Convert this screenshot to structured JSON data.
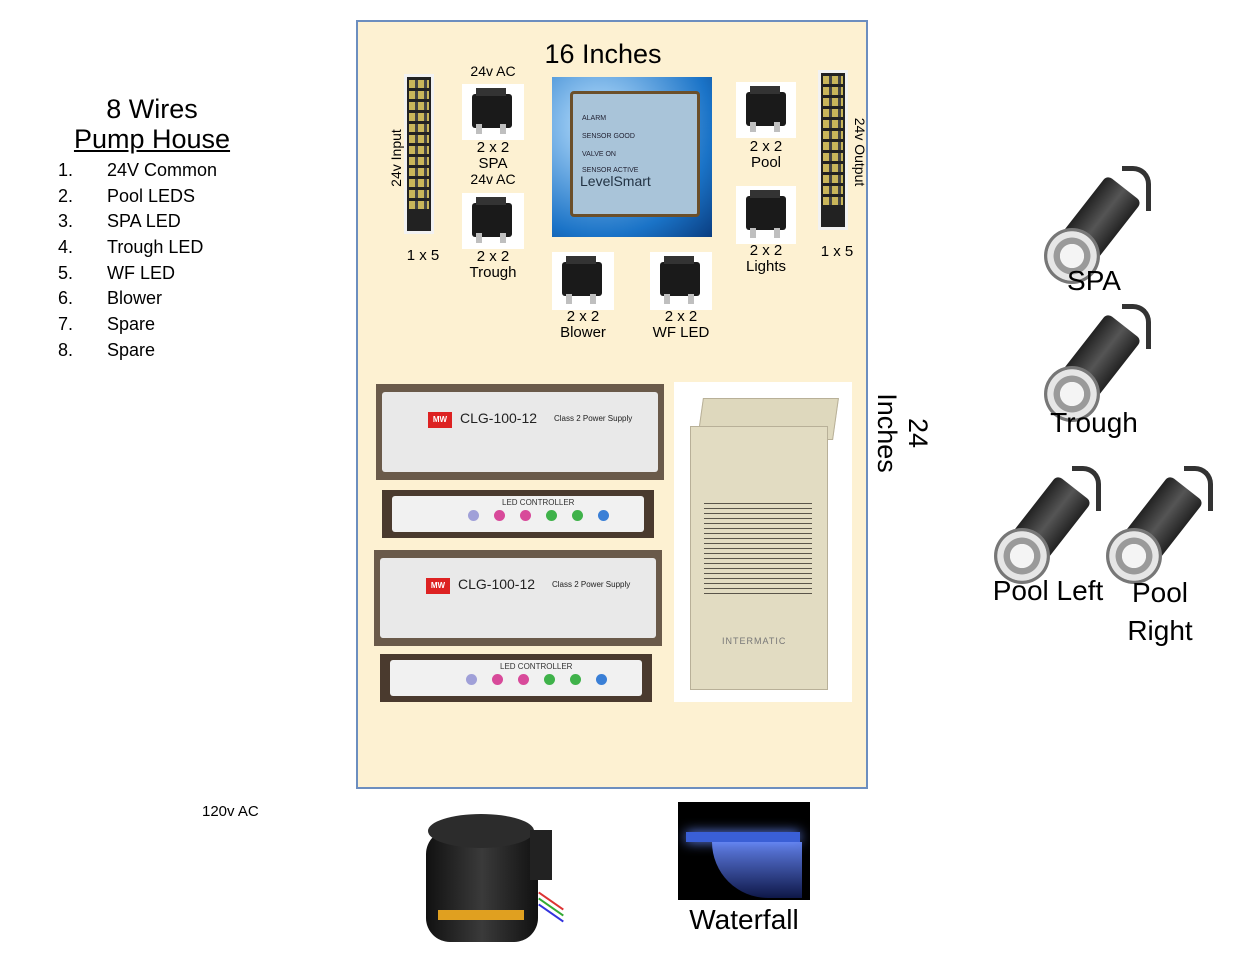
{
  "left_panel": {
    "title_line1": "8 Wires",
    "title_line2": "Pump House",
    "wires": [
      {
        "num": "1.",
        "label": "24V Common"
      },
      {
        "num": "2.",
        "label": "Pool LEDS"
      },
      {
        "num": "3.",
        "label": "SPA LED"
      },
      {
        "num": "4.",
        "label": "Trough LED"
      },
      {
        "num": "5.",
        "label": "WF LED"
      },
      {
        "num": "6.",
        "label": "Blower"
      },
      {
        "num": "7.",
        "label": "Spare"
      },
      {
        "num": "8.",
        "label": "Spare"
      }
    ]
  },
  "board": {
    "width_label": "16 Inches",
    "height_label": "24 Inches",
    "input_label": "24v Input",
    "output_label": "24v Output",
    "input_size": "1 x 5",
    "output_size": "1 x 5",
    "ac_label_1": "24v AC",
    "ac_label_2": "24v AC",
    "relays": {
      "spa": {
        "size": "2 x 2",
        "name": "SPA"
      },
      "trough": {
        "size": "2 x 2",
        "name": "Trough"
      },
      "pool": {
        "size": "2 x 2",
        "name": "Pool"
      },
      "lights": {
        "size": "2 x 2",
        "name": "Lights"
      },
      "blower": {
        "size": "2 x 2",
        "name": "Blower"
      },
      "wf": {
        "size": "2 x 2",
        "name": "WF LED"
      }
    },
    "levelsmart": {
      "lines": [
        "ALARM",
        "SENSOR GOOD",
        "VALVE ON",
        "SENSOR ACTIVE"
      ],
      "logo": "LevelSmart"
    },
    "psu_model": "CLG-100-12",
    "psu_class": "Class 2 Power Supply",
    "led_controller_name": "LED CONTROLLER",
    "transformer_brand": "INTERMATIC"
  },
  "bottom": {
    "ac_label": "120v AC",
    "waterfall_label": "Waterfall"
  },
  "lights": {
    "spa": "SPA",
    "trough": "Trough",
    "pool_left": "Pool Left",
    "pool_right_1": "Pool",
    "pool_right_2": "Right"
  }
}
